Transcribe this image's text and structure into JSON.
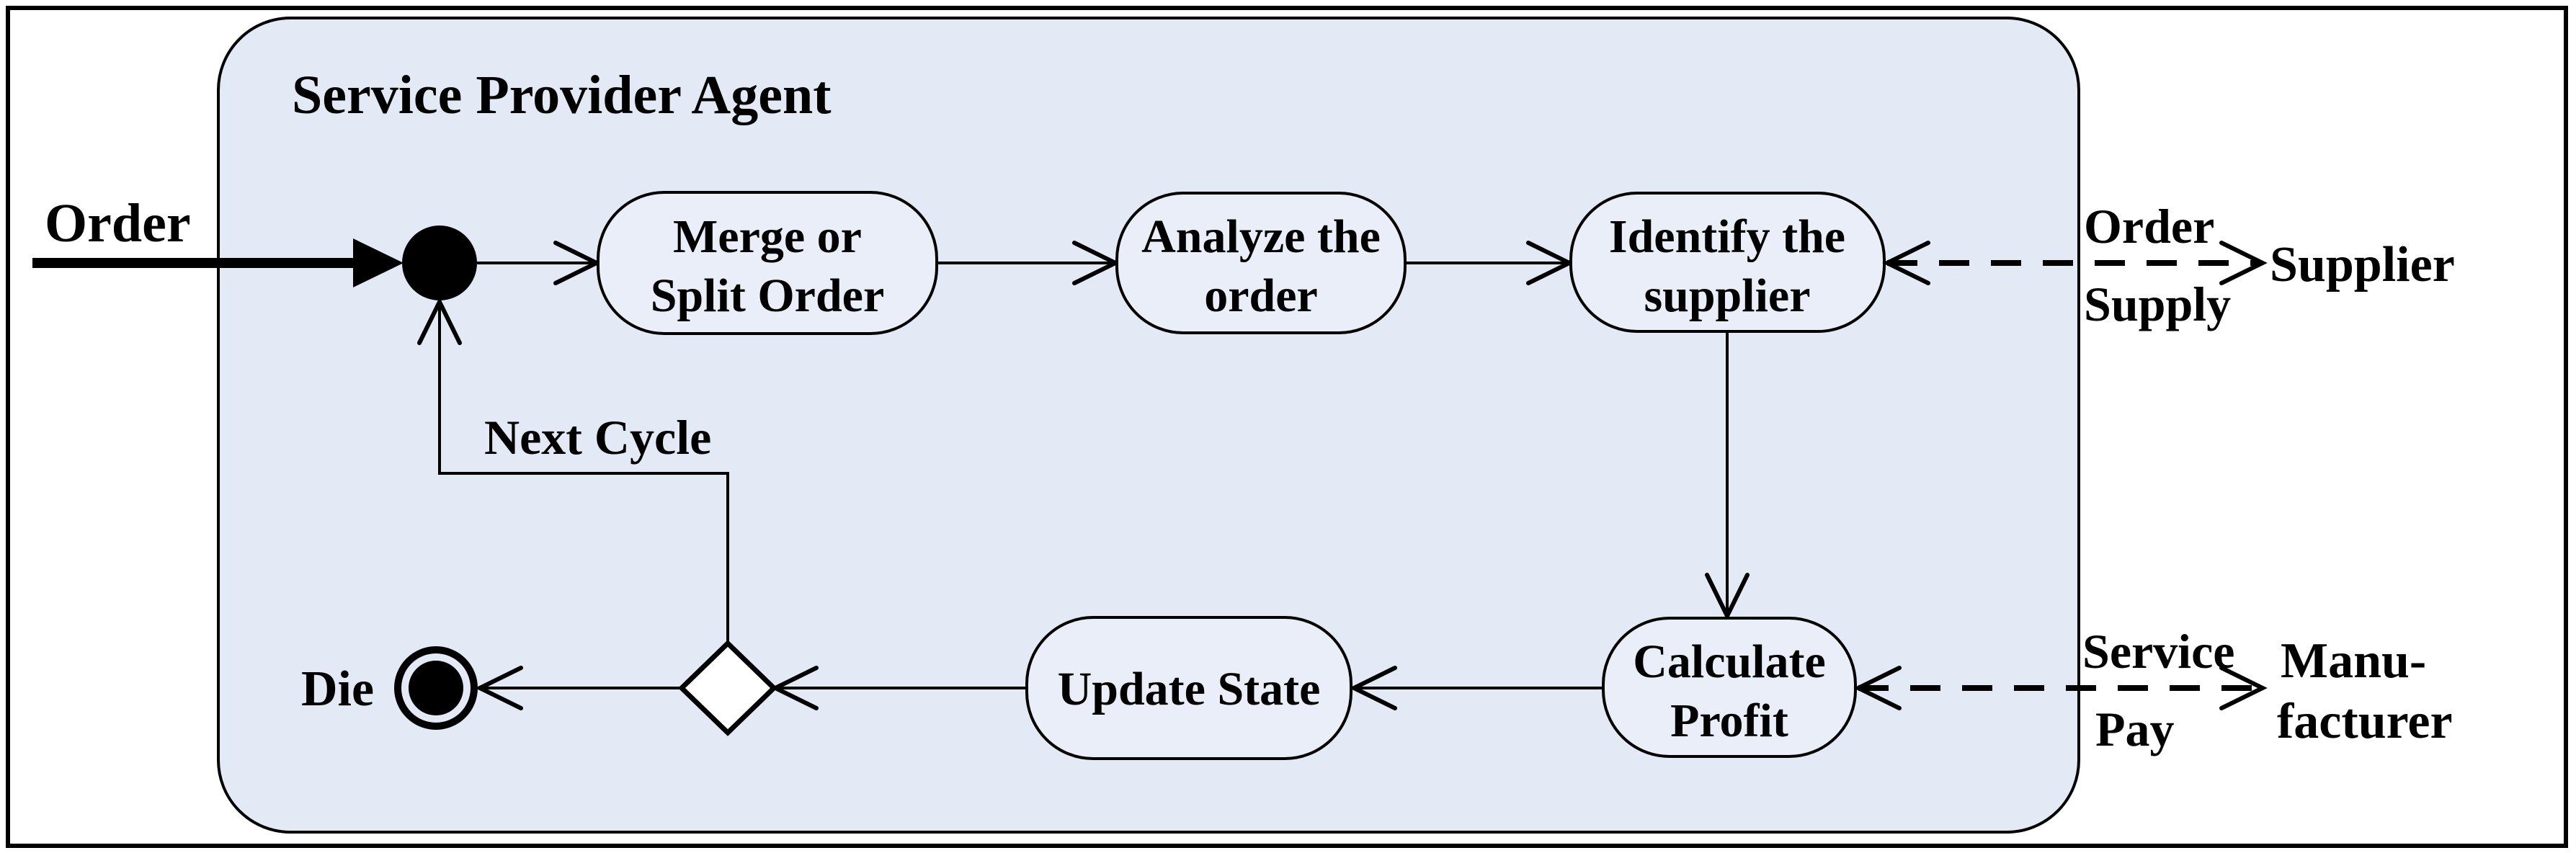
{
  "agent": {
    "title": "Service Provider Agent"
  },
  "input_label": "Order",
  "states": {
    "merge": {
      "line1": "Merge or",
      "line2": "Split Order"
    },
    "analyze": {
      "line1": "Analyze the",
      "line2": "order"
    },
    "identify": {
      "line1": "Identify the",
      "line2": "supplier"
    },
    "calculate": {
      "line1": "Calculate",
      "line2": "Profit"
    },
    "update": {
      "label": "Update State"
    }
  },
  "decision": {
    "loop_label": "Next Cycle",
    "end_label": "Die"
  },
  "external": {
    "supplier": {
      "name": "Supplier",
      "flow_top": "Order",
      "flow_bottom": "Supply"
    },
    "manufacturer": {
      "name_line1": "Manu-",
      "name_line2": "facturer",
      "flow_top": "Service",
      "flow_bottom": "Pay"
    }
  },
  "colors": {
    "frame_bg": "#ffffff",
    "container_fill": "#e3eaf5",
    "state_fill": "#e9eef8",
    "decision_fill": "#ffffff",
    "stroke": "#000000"
  }
}
